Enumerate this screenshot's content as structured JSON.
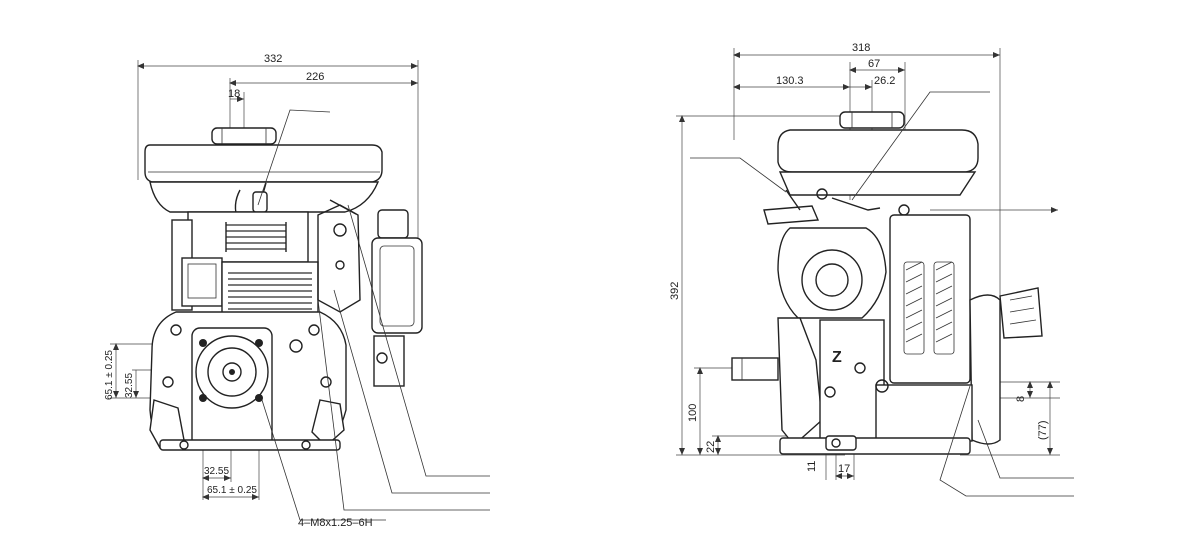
{
  "front_view": {
    "dim_332": "332",
    "dim_226": "226",
    "dim_18": "18",
    "dim_65_vertical": "65.1 ± 0.25",
    "dim_32_55_vertical": "32.55",
    "dim_32_55_horizontal": "32.55",
    "dim_65_horizontal": "65.1 ± 0.25",
    "thread_callout": "4–M8x1.25–6H"
  },
  "side_view": {
    "dim_318": "318",
    "dim_130_3": "130.3",
    "dim_67": "67",
    "dim_26_2": "26.2",
    "dim_392": "392",
    "dim_100": "100",
    "dim_22": "22",
    "dim_11": "11",
    "dim_17": "17",
    "dim_8": "8",
    "dim_77": "(77)",
    "shaft_mark": "Z"
  }
}
